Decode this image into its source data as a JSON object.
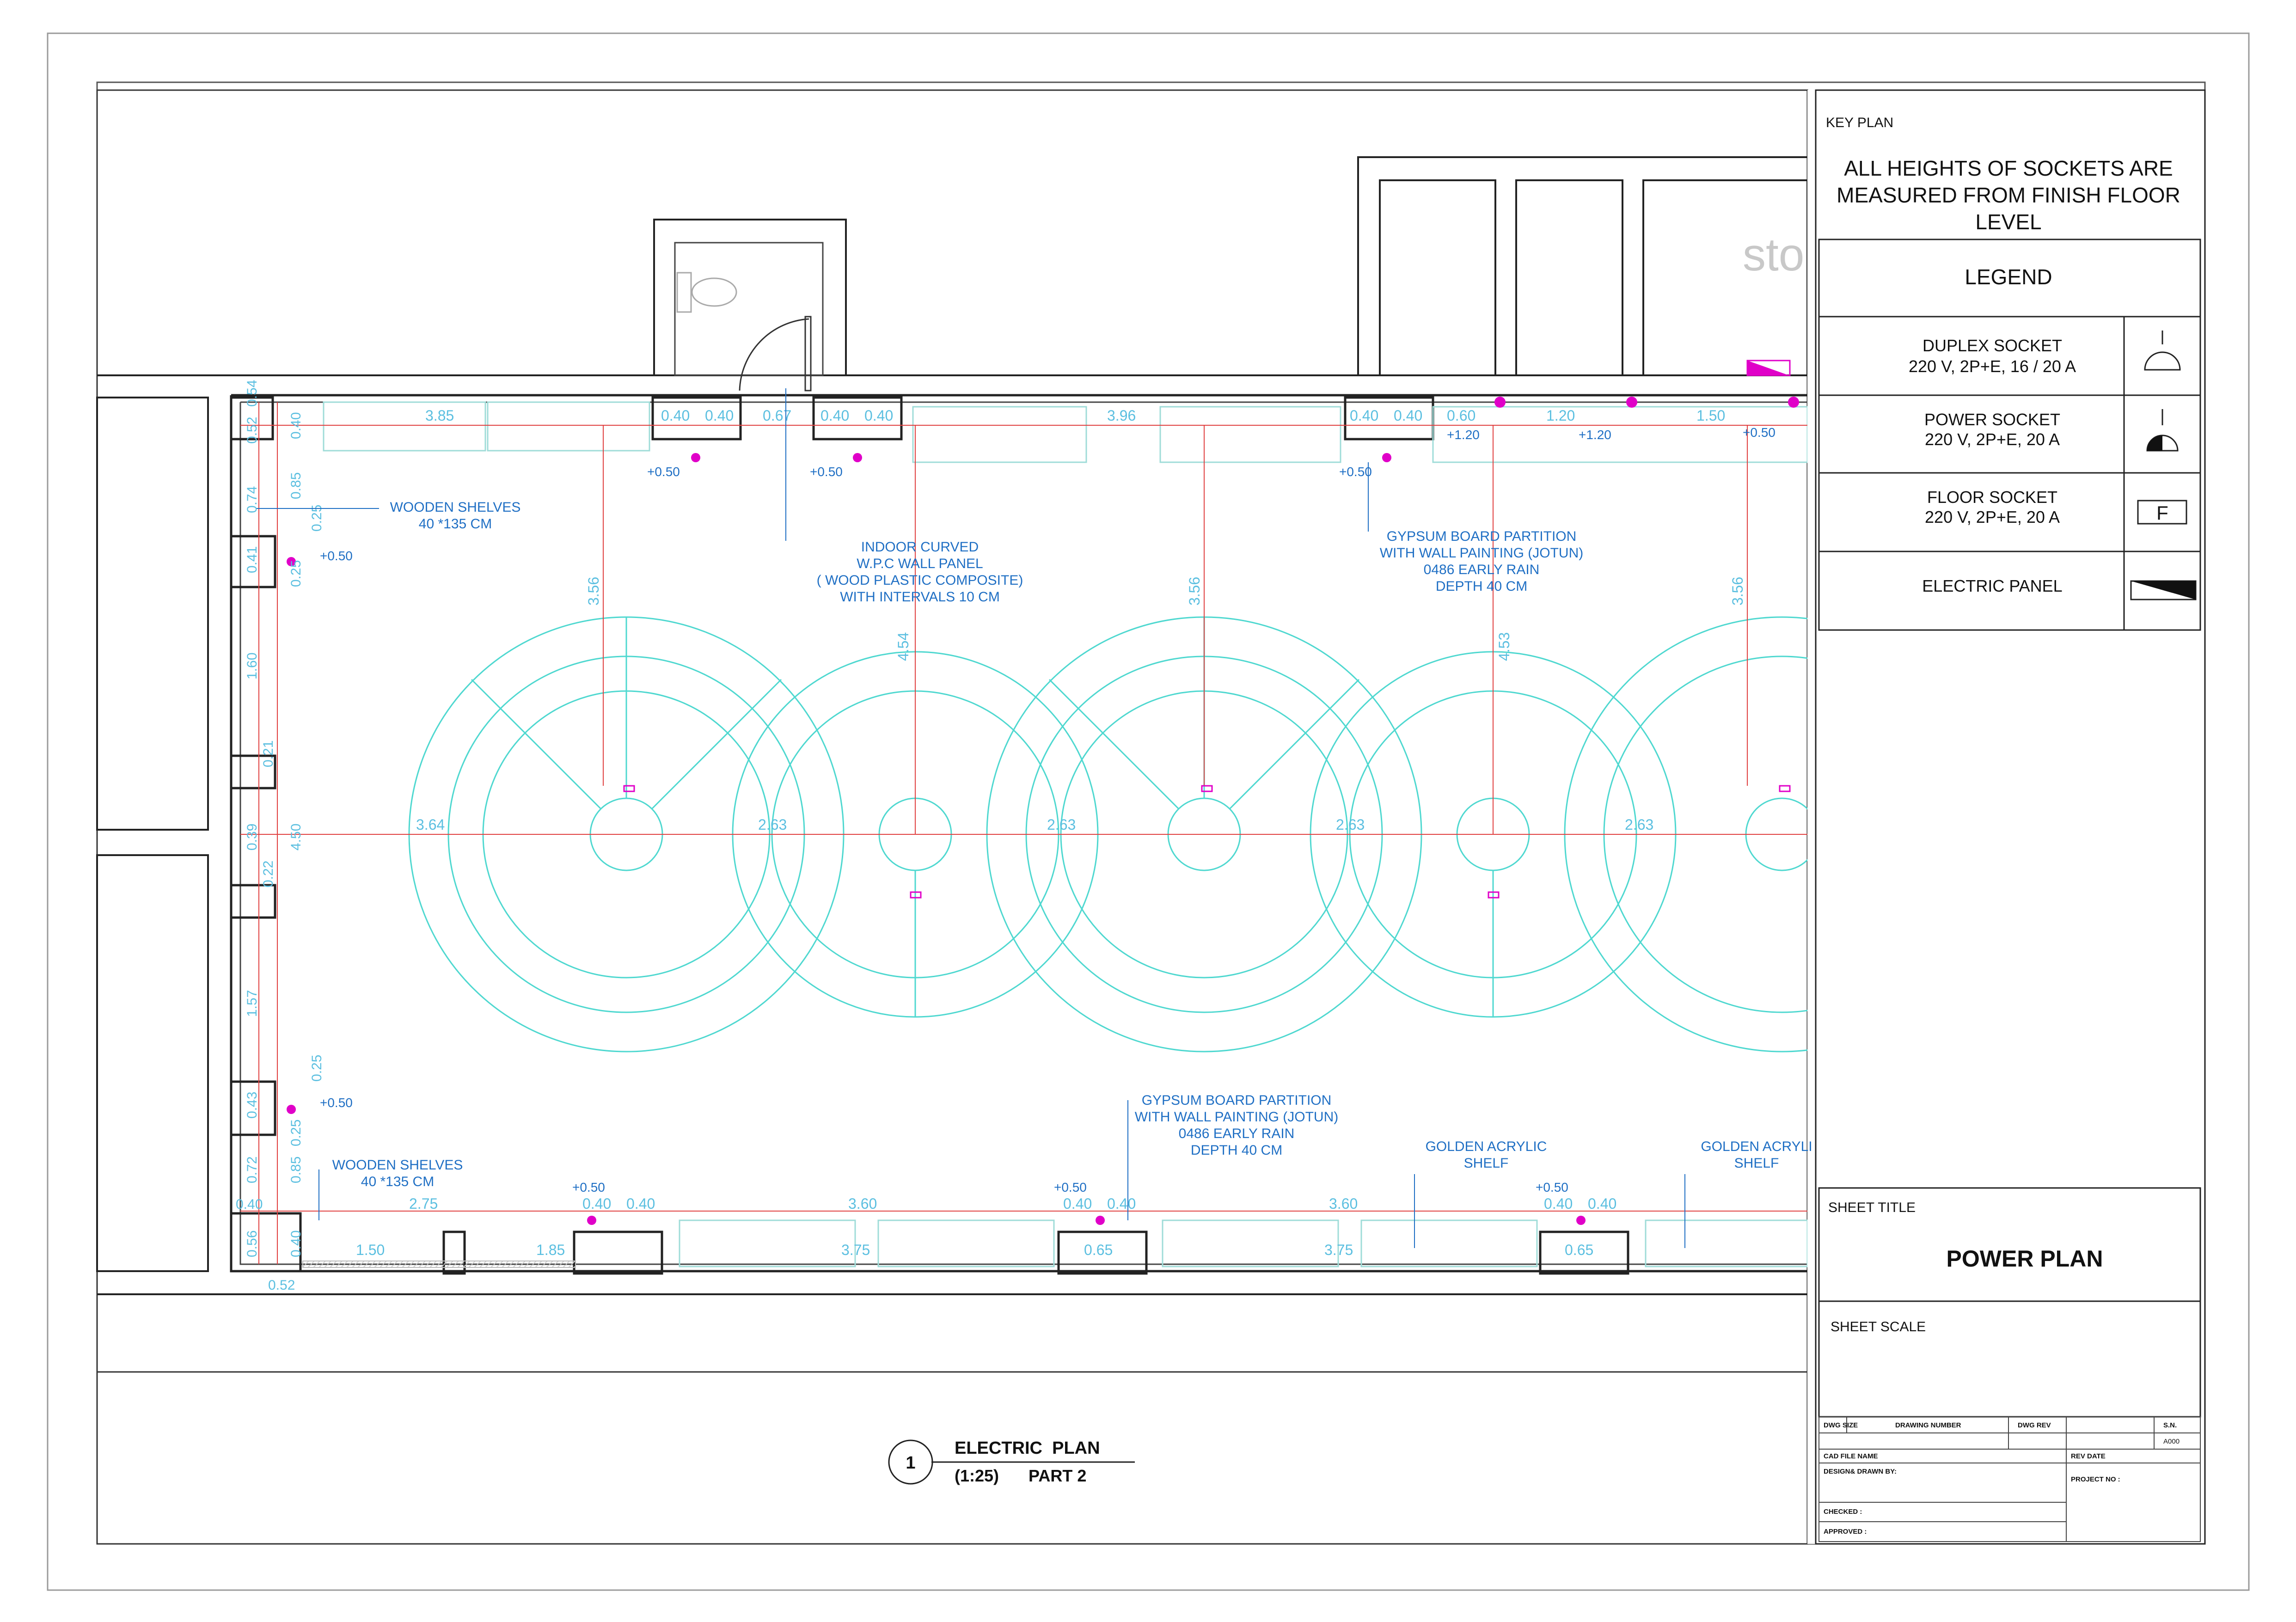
{
  "colors": {
    "line": "#1a1a1a",
    "annotation_blue": "#1f6fc4",
    "furniture_cyan": "#4fd8d0",
    "dimension_red": "#e04040",
    "socket_magenta": "#e000c8",
    "faint_grey": "#bdbdbd"
  },
  "key_plan": {
    "title": "KEY PLAN",
    "note_lines": [
      "ALL HEIGHTS OF SOCKETS ARE",
      "MEASURED FROM FINISH FLOOR",
      "LEVEL"
    ]
  },
  "legend": {
    "title": "LEGEND",
    "items": [
      {
        "name_line1": "DUPLEX SOCKET",
        "name_line2": "220 V, 2P+E, 16 / 20 A",
        "icon": "duplex-socket-icon"
      },
      {
        "name_line1": "POWER SOCKET",
        "name_line2": "220 V, 2P+E, 20 A",
        "icon": "power-socket-icon"
      },
      {
        "name_line1": "FLOOR SOCKET",
        "name_line2": "220 V, 2P+E, 20 A",
        "icon": "floor-socket-icon",
        "icon_letter": "F"
      },
      {
        "name_line1": "ELECTRIC PANEL",
        "name_line2": "",
        "icon": "electric-panel-icon"
      }
    ]
  },
  "sheet_title": {
    "label": "SHEET TITLE",
    "value": "POWER PLAN"
  },
  "sheet_scale": {
    "label": "SHEET SCALE"
  },
  "title_block": {
    "dwg_size": "DWG SIZE",
    "drawing_number": "DRAWING NUMBER",
    "dwg_rev": "DWG REV",
    "sn": "S.N.",
    "sn_value": "A000",
    "cad_file_name": "CAD FILE NAME",
    "rev_date": "REV DATE",
    "design_drawn_by": "DESIGN& DRAWN BY:",
    "project_no": "PROJECT NO :",
    "checked": "CHECKED :",
    "approved": "APPROVED :"
  },
  "drawing_caption": {
    "number": "1",
    "title": "ELECTRIC  PLAN",
    "scale": "(1:25)",
    "part": "PART 2"
  },
  "room_labels": {
    "store_partial": "sto"
  },
  "annotations": {
    "wooden_shelves_top": [
      "WOODEN SHELVES",
      "40 *135 CM"
    ],
    "wooden_shelves_bottom": [
      "WOODEN SHELVES",
      "40 *135 CM"
    ],
    "indoor_curved": [
      "INDOOR CURVED",
      "W.P.C WALL PANEL",
      "( WOOD PLASTIC COMPOSITE)",
      "WITH INTERVALS 10 CM"
    ],
    "gypsum_top": [
      "GYPSUM BOARD PARTITION",
      "WITH WALL PAINTING (JOTUN)",
      "0486 EARLY RAIN",
      "DEPTH 40 CM"
    ],
    "gypsum_bottom": [
      "GYPSUM BOARD PARTITION",
      "WITH WALL PAINTING (JOTUN)",
      "0486 EARLY RAIN",
      "DEPTH 40 CM"
    ],
    "golden_shelf_1": [
      "GOLDEN ACRYLIC",
      "SHELF"
    ],
    "golden_shelf_2": [
      "GOLDEN ACRYLI",
      "SHELF"
    ]
  },
  "socket_heights": {
    "top_1": "+0.50",
    "top_2": "+0.50",
    "top_3": "+0.50",
    "top_4": "+1.20",
    "top_5": "+1.20",
    "top_6": "+0.50",
    "left_1": "+0.50",
    "left_2": "+0.50",
    "bottom_1": "+0.50",
    "bottom_2": "+0.50",
    "bottom_3": "+0.50"
  },
  "dimensions": {
    "top_row": [
      "3.85",
      "0.40",
      "0.40",
      "0.67",
      "0.40",
      "0.40",
      "3.96",
      "0.40",
      "0.40",
      "0.60",
      "1.20",
      "1.50"
    ],
    "center_row": [
      "3.64",
      "2.63",
      "2.63",
      "2.63",
      "2.63"
    ],
    "verticals": [
      "3.56",
      "4.54",
      "3.56",
      "4.53",
      "3.56"
    ],
    "bottom_row": [
      "2.75",
      "0.40",
      "0.40",
      "3.60",
      "0.40",
      "0.40",
      "3.60",
      "0.40",
      "0.40"
    ],
    "bottom_inner": [
      "1.50",
      "1.85",
      "3.75",
      "0.65",
      "3.75",
      "0.65"
    ],
    "left_column": [
      "0.54",
      "0.52",
      "0.40",
      "0.74",
      "0.85",
      "0.25",
      "0.41",
      "0.25",
      "1.60",
      "0.21",
      "0.39",
      "4.50",
      "0.22",
      "1.57",
      "0.25",
      "0.43",
      "0.25",
      "0.72",
      "0.85",
      "0.40",
      "0.56",
      "0.40",
      "0.52"
    ]
  }
}
